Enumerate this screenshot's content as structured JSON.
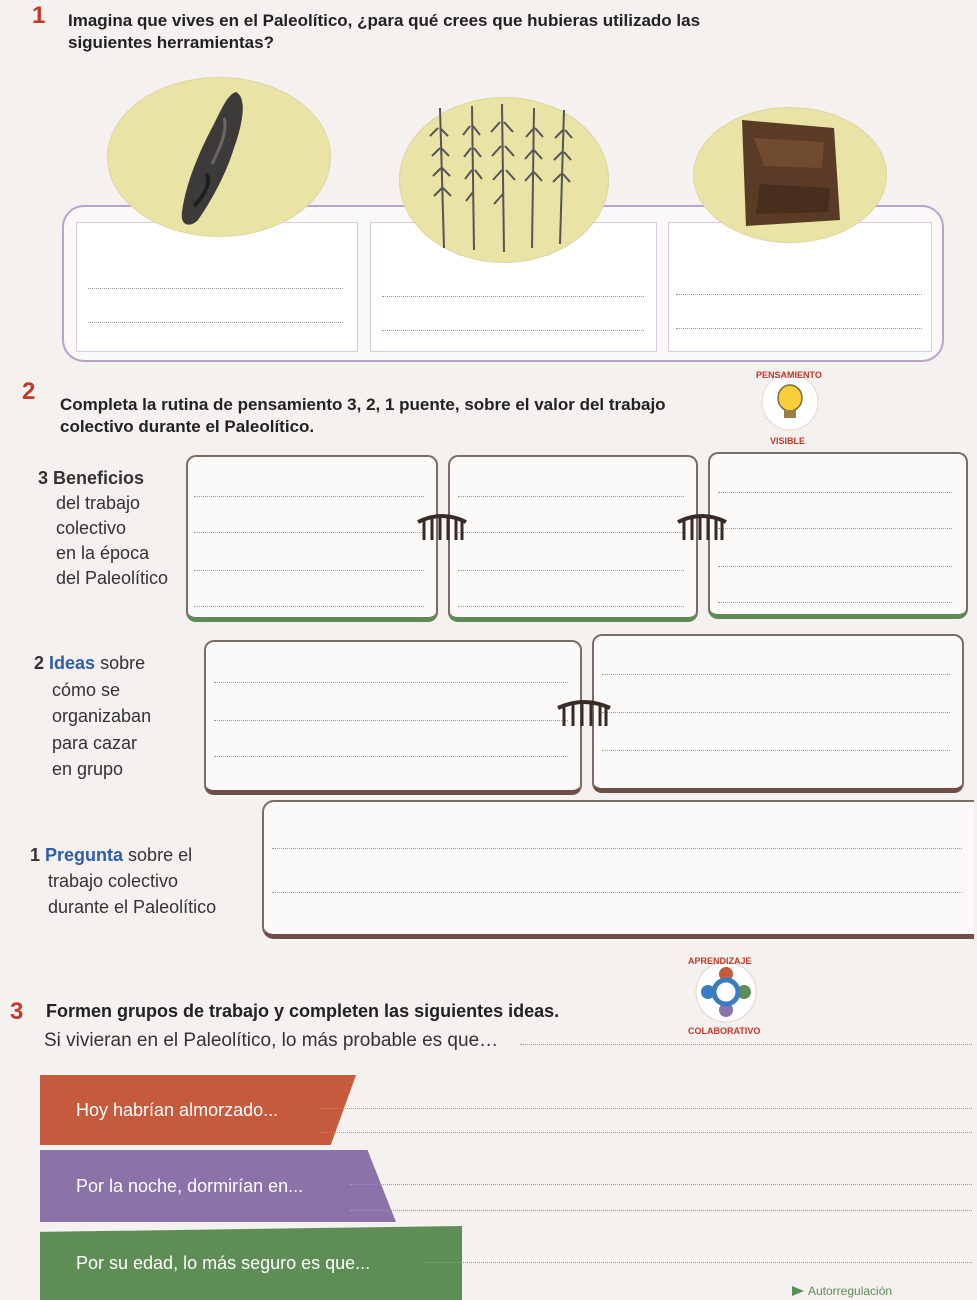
{
  "q1": {
    "number": "1",
    "text": "Imagina que vives en el Paleolítico, ¿para qué crees que hubieras utilizado las siguientes herramientas?"
  },
  "q2": {
    "number": "2",
    "text": "Completa la rutina de pensamiento 3, 2, 1 puente, sobre el valor del trabajo colectivo durante el Paleolítico.",
    "badge": {
      "top": "PENSAMIENTO",
      "bottom": "VISIBLE"
    },
    "section3": {
      "num": "3",
      "bold": "Beneficios",
      "lines": [
        "del trabajo",
        "colectivo",
        "en la época",
        "del Paleolítico"
      ]
    },
    "section2": {
      "num": "2",
      "bold": "Ideas",
      "first_rest": " sobre",
      "lines": [
        "cómo se",
        "organizaban",
        "para cazar",
        "en grupo"
      ]
    },
    "section1": {
      "num": "1",
      "bold": "Pregunta",
      "first_rest": " sobre el",
      "lines": [
        "trabajo colectivo",
        "durante el Paleolítico"
      ]
    }
  },
  "q3": {
    "number": "3",
    "text": "Formen grupos de trabajo y completen las siguientes ideas.",
    "prompt": "Si vivieran en el Paleolítico, lo más probable es que…",
    "badge": {
      "top": "APRENDIZAJE",
      "bottom": "COLABORATIVO"
    },
    "banners": [
      {
        "text": "Hoy habrían almorzado...",
        "color": "#c65a3c"
      },
      {
        "text": "Por la noche, dormirían en...",
        "color": "#8b72a8"
      },
      {
        "text": "Por su edad, lo más seguro es que...",
        "color": "#5f8d56"
      }
    ]
  },
  "footer": {
    "text": "Autorregulación"
  }
}
